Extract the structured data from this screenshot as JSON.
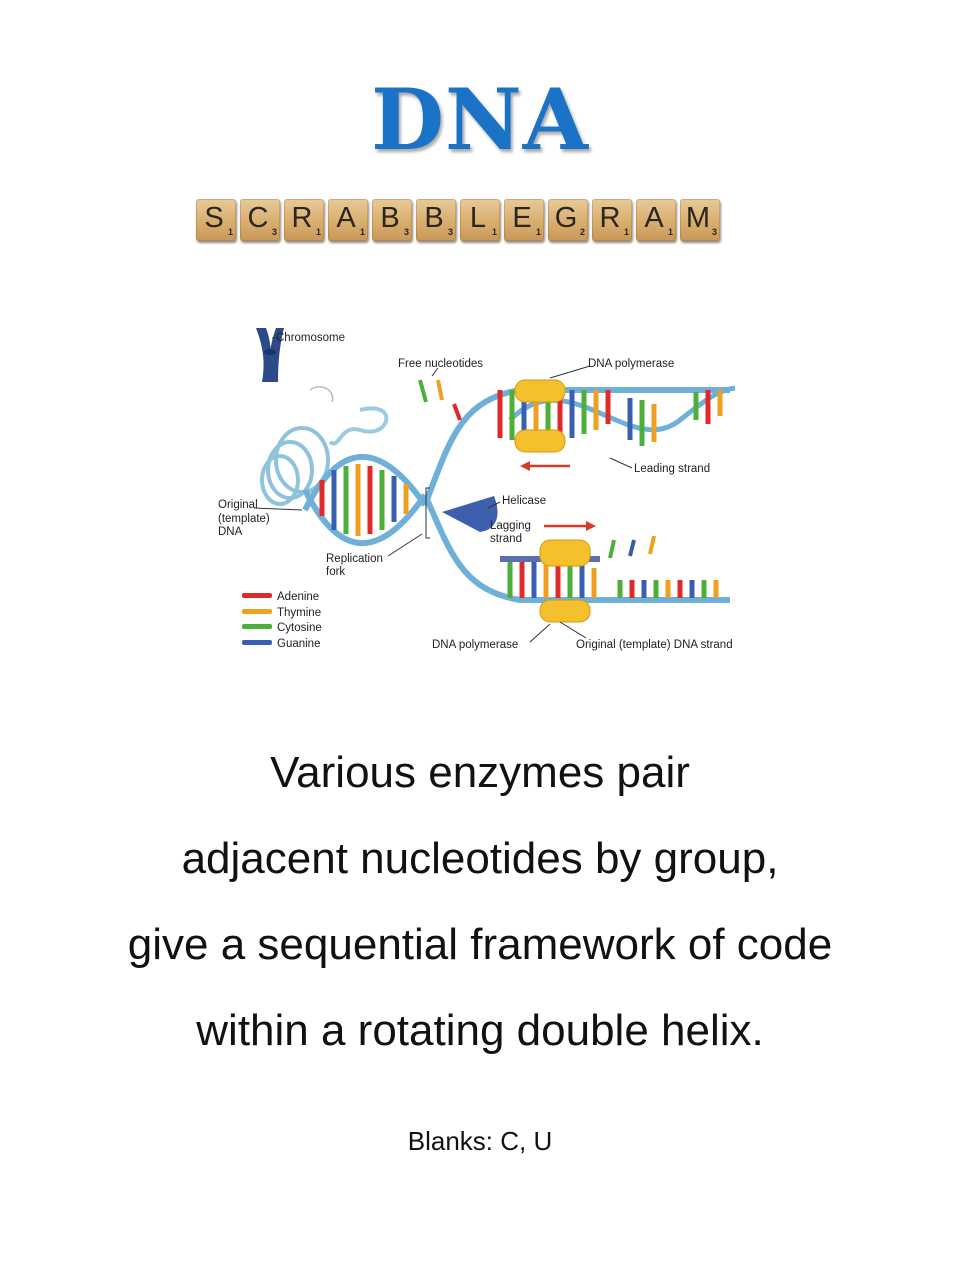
{
  "title": "DNA",
  "tiles": [
    {
      "letter": "S",
      "score": "1"
    },
    {
      "letter": "C",
      "score": "3"
    },
    {
      "letter": "R",
      "score": "1"
    },
    {
      "letter": "A",
      "score": "1"
    },
    {
      "letter": "B",
      "score": "3"
    },
    {
      "letter": "B",
      "score": "3"
    },
    {
      "letter": "L",
      "score": "1"
    },
    {
      "letter": "E",
      "score": "1"
    },
    {
      "letter": "G",
      "score": "2"
    },
    {
      "letter": "R",
      "score": "1"
    },
    {
      "letter": "A",
      "score": "1"
    },
    {
      "letter": "M",
      "score": "3"
    }
  ],
  "diagram": {
    "labels": {
      "chromosome": "Chromosome",
      "free_nucleotides": "Free nucleotides",
      "dna_polymerase_top": "DNA polymerase",
      "leading_strand": "Leading strand",
      "original_1": "Original",
      "original_2": "(template)",
      "original_3": "DNA",
      "helicase": "Helicase",
      "lagging_1": "Lagging",
      "lagging_2": "strand",
      "fork_1": "Replication",
      "fork_2": "fork",
      "dna_polymerase_bottom": "DNA polymerase",
      "template_strand": "Original (template) DNA strand"
    },
    "legend": [
      {
        "name": "Adenine",
        "color": "#e02a2a"
      },
      {
        "name": "Thymine",
        "color": "#f0a020"
      },
      {
        "name": "Cytosine",
        "color": "#4caf3a"
      },
      {
        "name": "Guanine",
        "color": "#3a5fb0"
      }
    ]
  },
  "verse": [
    "Various enzymes pair",
    "adjacent nucleotides by group,",
    "give a sequential framework of code",
    "within a rotating double helix."
  ],
  "blanks": "Blanks: C, U"
}
